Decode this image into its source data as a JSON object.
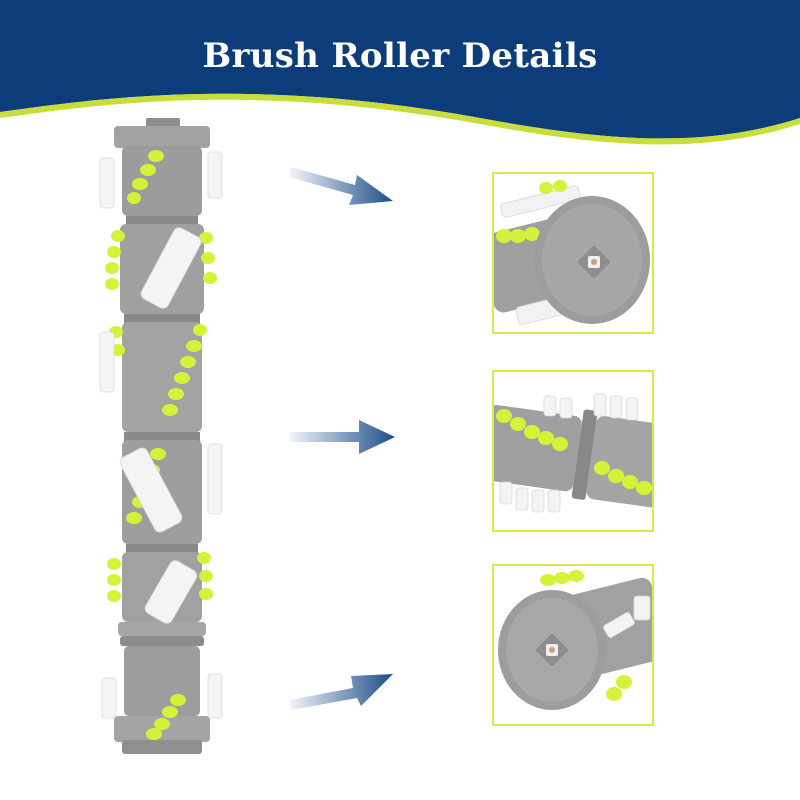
{
  "header": {
    "title": "Brush Roller Details"
  },
  "colors": {
    "banner_navy": "#0c3c79",
    "wave_accent": "#c8dc3c",
    "roller_gray": "#9a9a9a",
    "bristle_lime": "#d4f23a",
    "bristle_white": "#f4f4f4",
    "arrow_navy": "#1d4d8a",
    "frame_border": "#d9e84a"
  },
  "images": {
    "main": "full-brush-roller",
    "details": [
      "roller-end-cap-closeup",
      "roller-middle-joint-closeup",
      "roller-other-end-cap-closeup"
    ]
  },
  "icons": [
    "arrow-right-icon",
    "arrow-right-icon",
    "arrow-right-icon"
  ]
}
